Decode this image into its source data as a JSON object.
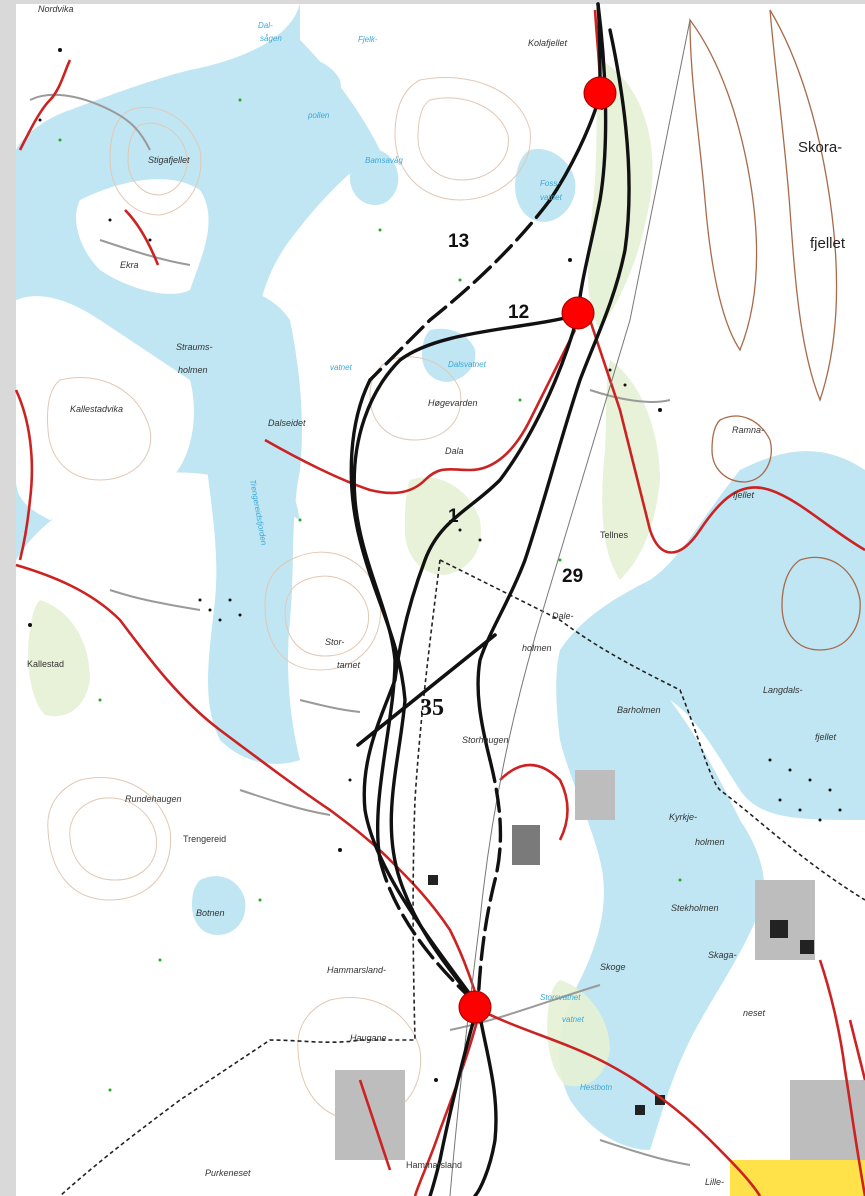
{
  "map": {
    "colors": {
      "water": "#bfe6f2",
      "land": "#ffffff",
      "forest": "#e4f1d4",
      "contour": "#e2c8b4",
      "contour_dark": "#a86a4a",
      "road_main": "#cc2222",
      "road_minor": "#9a9a9a",
      "route": "#111111",
      "station": "#ff0000",
      "boundary": "#222222",
      "urban": "#bdbdbd",
      "building": "#7a7a7a",
      "yellow_area": "#ffe14a"
    },
    "route_labels": [
      "13",
      "12",
      "1",
      "29",
      "35"
    ],
    "place_names": {
      "nordvika": "Nordvika",
      "kolafjellet": "Kolafjellet",
      "stigafjellet": "Stigafjellet",
      "ekra": "Ekra",
      "straumsholmen_1": "Straums-",
      "straumsholmen_2": "holmen",
      "kallestadvika": "Kallestadvika",
      "hogevarden": "Høgevarden",
      "dalseidet": "Dalseidet",
      "dala": "Dala",
      "tellnes": "Tellnes",
      "storetarnet_1": "Stor-",
      "storetarnet_2": "tarnet",
      "kallestad": "Kallestad",
      "daleholmen_1": "Dale-",
      "daleholmen_2": "holmen",
      "barholmen": "Barholmen",
      "langdalsfjellet_1": "Langdals-",
      "langdalsfjellet_2": "fjellet",
      "storhaugen": "Storhaugen",
      "rundehaugen": "Rundehaugen",
      "trengereid": "Trengereid",
      "kyrkjeholmen_1": "Kyrkje-",
      "kyrkjeholmen_2": "holmen",
      "stekholmen": "Stekholmen",
      "skaganeset_1": "Skaga-",
      "skaganeset_2": "neset",
      "hammarsland_upper": "Hammarsland-",
      "haugane": "Haugane",
      "purkeneset": "Purkeneset",
      "hammarsland": "Hammarsland",
      "ramnafjellet_1": "Ramna-",
      "ramnafjellet_2": "fjellet",
      "skorafjellet_1": "Skora-",
      "skorafjellet_2": "fjellet",
      "skoge": "Skoge",
      "botnen": "Botnen",
      "lille": "Lille-"
    },
    "water_names": {
      "dalsagen_1": "Dal-",
      "dalsagen_2": "sågen",
      "fjelk": "Fjelk-",
      "pollen": "pollen",
      "bamsavag": "Bamsavåg",
      "fosskvatnet_1": "Foss-",
      "fosskvatnet_2": "vatnet",
      "vatnet": "vatnet",
      "dalsvatnet": "Dalsvatnet",
      "trengereidsfjorden": "Trengereidsfjorden",
      "skogevatnet": "vatnet",
      "hestbotn": "Hestbotn",
      "storsvatnet": "Storsvatnet"
    }
  }
}
